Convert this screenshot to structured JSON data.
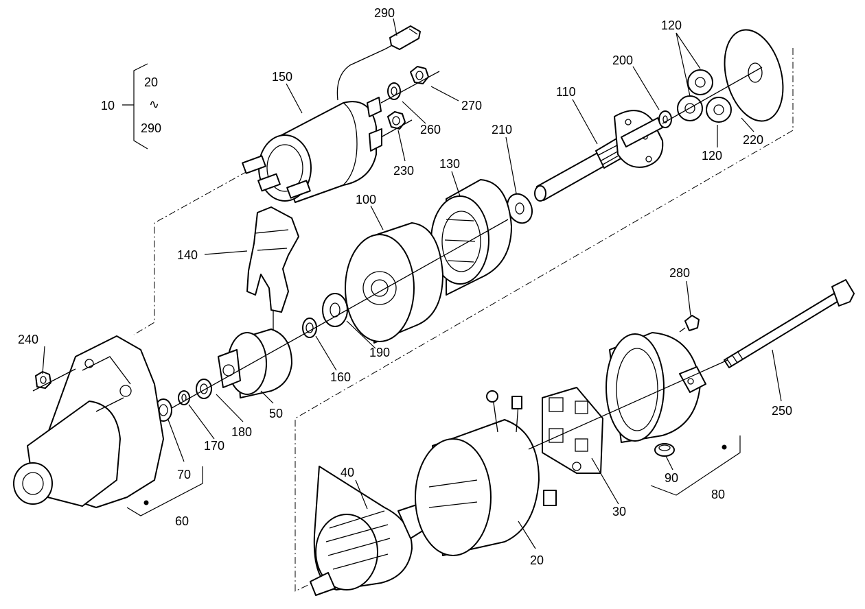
{
  "labels": {
    "l10": "10",
    "l20a": "20",
    "tilde": "∿",
    "l290a": "290",
    "l290": "290",
    "l150": "150",
    "l270": "270",
    "l260": "260",
    "l230": "230",
    "l110": "110",
    "l200": "200",
    "l120a": "120",
    "l120b": "120",
    "l220": "220",
    "l210": "210",
    "l130": "130",
    "l100": "100",
    "l140": "140",
    "l190": "190",
    "l160": "160",
    "l50": "50",
    "l180": "180",
    "l170": "170",
    "l70": "70",
    "l60": "60",
    "l240": "240",
    "l280": "280",
    "l250": "250",
    "l90": "90",
    "l80": "80",
    "l30": "30",
    "l40": "40",
    "l20": "20"
  },
  "colors": {
    "ink": "#000000",
    "paper": "#ffffff"
  },
  "icons": [
    "solenoid",
    "wire-connector",
    "nut",
    "washer",
    "pinion-gear",
    "drive-shaft",
    "plate",
    "armature",
    "yoke",
    "brush-holder",
    "end-cover",
    "through-bolt",
    "screw",
    "drive-housing"
  ]
}
